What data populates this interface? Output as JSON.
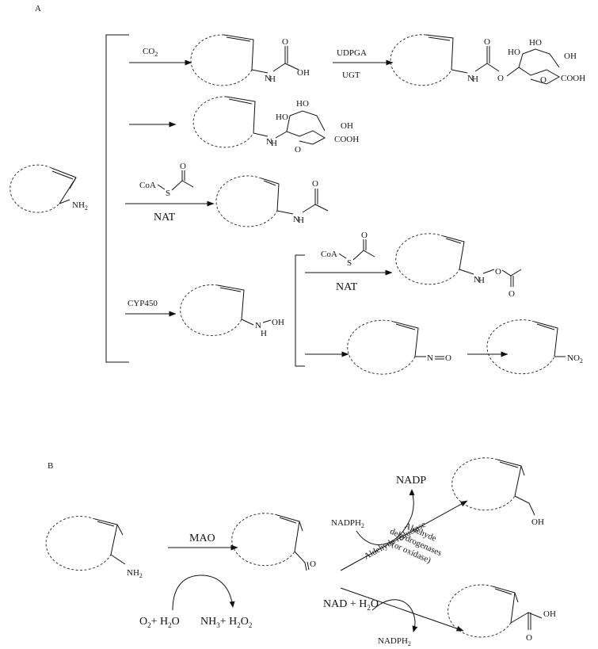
{
  "panel_a": {
    "label": "A",
    "start": {
      "amine": "NH",
      "amine_sub": "2"
    },
    "step1": {
      "reagent": "CO",
      "reagent_sub": "2",
      "product_labels": [
        "N",
        "H",
        "O",
        "OH"
      ]
    },
    "step1b": {
      "reagent_top": "UDPGA",
      "reagent_bottom": "UGT",
      "product_labels": [
        "N",
        "H",
        "O",
        "O",
        "HO",
        "HO",
        "OH",
        "O",
        "COOH"
      ]
    },
    "step2": {
      "product_labels": [
        "N",
        "H",
        "HO",
        "HO",
        "OH",
        "O",
        "COOH"
      ]
    },
    "step3": {
      "reagent_coa": "CoA",
      "reagent_s": "S",
      "reagent_o": "O",
      "enzyme": "NAT",
      "product_labels": [
        "N",
        "H",
        "O"
      ]
    },
    "step4": {
      "enzyme": "CYP450",
      "product_labels": [
        "N",
        "H",
        "OH"
      ]
    },
    "step4a": {
      "reagent_coa": "CoA",
      "reagent_s": "S",
      "reagent_o": "O",
      "enzyme": "NAT",
      "product_labels": [
        "N",
        "H",
        "O",
        "O"
      ]
    },
    "step4b": {
      "product_labels": [
        "N",
        "O"
      ]
    },
    "step4c": {
      "product_no2": "NO",
      "product_no2_sub": "2"
    }
  },
  "panel_b": {
    "label": "B",
    "start": {
      "amine": "NH",
      "amine_sub": "2"
    },
    "mao": {
      "enzyme": "MAO",
      "left_in": "O",
      "left_in_sub": "2",
      "left_plus": "+ H",
      "left_h2o_sub": "2",
      "left_o": "O",
      "right_out": "NH",
      "right_out_sub": "3",
      "right_plus": "+ H",
      "right_h2o2_sub": "2",
      "right_o": "O",
      "right_o_sub": "2"
    },
    "aldehyde": {
      "o": "O"
    },
    "reductase": {
      "enzyme": "Aldehyde reductase",
      "cofactor_in": "NADPH",
      "cofactor_in_sub": "2",
      "cofactor_out": "NADP",
      "product_oh": "OH"
    },
    "dehydrogenase": {
      "enzyme_line1": "Aldehyde",
      "enzyme_line2": "dehydrogenases",
      "enzyme_line3": "(or oxidase)",
      "cofactor_in": "NAD + H",
      "cofactor_in_sub": "2",
      "cofactor_in_o": "O",
      "cofactor_out": "NADPH",
      "cofactor_out_sub": "2",
      "product_o": "O",
      "product_oh": "OH"
    }
  }
}
